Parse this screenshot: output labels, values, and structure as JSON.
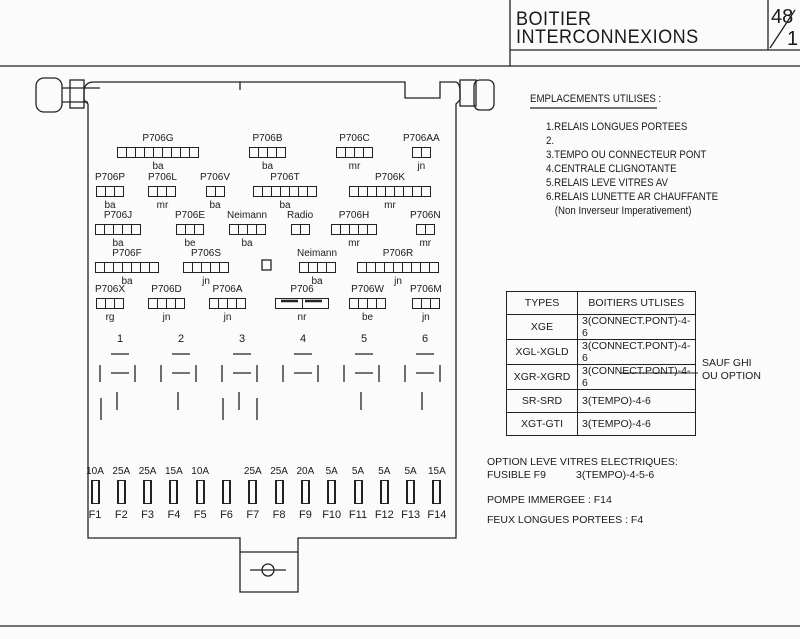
{
  "title_block": {
    "line1": "BOITIER",
    "line2": "INTERCONNEXIONS",
    "sheet_top": "48",
    "sheet_bottom": "1"
  },
  "emplacements": {
    "heading": "EMPLACEMENTS UTILISES   :",
    "items": [
      "1.RELAIS LONGUES PORTEES",
      "2.",
      "3.TEMPO OU CONNECTEUR PONT",
      "4.CENTRALE CLIGNOTANTE",
      "5.RELAIS LEVE VITRES AV",
      "6.RELAIS LUNETTE AR CHAUFFANTE",
      "(Non Inverseur Imperativement)"
    ]
  },
  "connectors": [
    {
      "name": "P706G",
      "code": "ba"
    },
    {
      "name": "P706B",
      "code": "ba"
    },
    {
      "name": "P706C",
      "code": "mr"
    },
    {
      "name": "P706AA",
      "code": "jn"
    },
    {
      "name": "P706P",
      "code": "ba"
    },
    {
      "name": "P706L",
      "code": "mr"
    },
    {
      "name": "P706V",
      "code": "ba"
    },
    {
      "name": "P706T",
      "code": "ba"
    },
    {
      "name": "P706K",
      "code": "mr"
    },
    {
      "name": "P706J",
      "code": "ba"
    },
    {
      "name": "P706E",
      "code": "be"
    },
    {
      "name": "Neimann",
      "code": "ba"
    },
    {
      "name": "Radio",
      "code": ""
    },
    {
      "name": "P706H",
      "code": "mr"
    },
    {
      "name": "P706N",
      "code": "mr"
    },
    {
      "name": "P706F",
      "code": "ba"
    },
    {
      "name": "P706S",
      "code": "jn"
    },
    {
      "name": "Neimann",
      "code": "ba"
    },
    {
      "name": "P706R",
      "code": "jn"
    },
    {
      "name": "P706X",
      "code": "rg"
    },
    {
      "name": "P706D",
      "code": "jn"
    },
    {
      "name": "P706A",
      "code": "jn"
    },
    {
      "name": "P706",
      "code": "nr"
    },
    {
      "name": "P706W",
      "code": "be"
    },
    {
      "name": "P706M",
      "code": "jn"
    }
  ],
  "relays": [
    "1",
    "2",
    "3",
    "4",
    "5",
    "6"
  ],
  "fuses": [
    {
      "id": "F1",
      "rating": "10A"
    },
    {
      "id": "F2",
      "rating": "25A"
    },
    {
      "id": "F3",
      "rating": "25A"
    },
    {
      "id": "F4",
      "rating": "15A"
    },
    {
      "id": "F5",
      "rating": "10A"
    },
    {
      "id": "F6",
      "rating": ""
    },
    {
      "id": "F7",
      "rating": "25A"
    },
    {
      "id": "F8",
      "rating": "25A"
    },
    {
      "id": "F9",
      "rating": "20A"
    },
    {
      "id": "F10",
      "rating": "5A"
    },
    {
      "id": "F11",
      "rating": "5A"
    },
    {
      "id": "F12",
      "rating": "5A"
    },
    {
      "id": "F13",
      "rating": "5A"
    },
    {
      "id": "F14",
      "rating": "15A"
    }
  ],
  "types_table": {
    "headers": [
      "TYPES",
      "BOITIERS UTLISES"
    ],
    "rows": [
      {
        "type": "XGE",
        "boitiers": "3(CONNECT.PONT)-4-6"
      },
      {
        "type": "XGL-XGLD",
        "boitiers": "3(CONNECT.PONT)-4-6"
      },
      {
        "type": "XGR-XGRD",
        "boitiers": "3(CONNECT.PONT)-4-6"
      },
      {
        "type": "SR-SRD",
        "boitiers": "3(TEMPO)-4-6"
      },
      {
        "type": "XGT-GTI",
        "boitiers": "3(TEMPO)-4-6"
      }
    ],
    "side_note": [
      "SAUF GHI",
      "OU OPTION"
    ]
  },
  "notes": {
    "option_heading": "OPTION LEVE VITRES ELECTRIQUES:",
    "option_fuse": "FUSIBLE F9",
    "option_value": "3(TEMPO)-4-5-6",
    "pompe": "POMPE IMMERGEE : F14",
    "feux": "FEUX LONGUES PORTEES : F4"
  }
}
